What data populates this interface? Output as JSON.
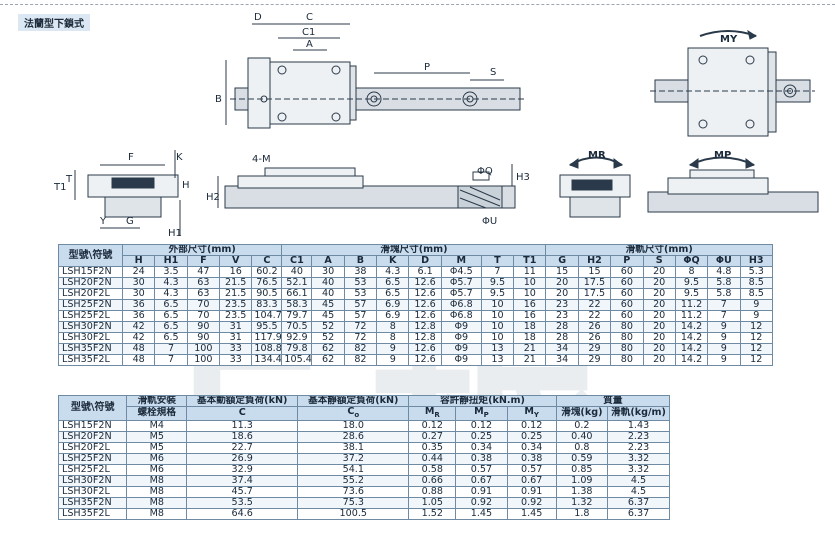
{
  "section_title": "法蘭型下鎖式",
  "watermark": "上銀",
  "diagram_labels": {
    "D": "D",
    "C": "C",
    "C1": "C1",
    "A": "A",
    "B": "B",
    "P": "P",
    "S": "S",
    "F": "F",
    "K": "K",
    "T1": "T1",
    "T": "T",
    "H": "H",
    "Y": "Y",
    "G": "G",
    "H1": "H1",
    "four_m": "4-M",
    "H2": "H2",
    "phiQ": "ΦQ",
    "H3": "H3",
    "phiU": "ΦU",
    "MY": "MY",
    "MR": "MR",
    "MP": "MP"
  },
  "table1": {
    "corner": "型號\\符號",
    "groups": [
      "外部尺寸(mm)",
      "滑塊尺寸(mm)",
      "滑軌尺寸(mm)"
    ],
    "columns": [
      "H",
      "H1",
      "F",
      "V",
      "C",
      "C1",
      "A",
      "B",
      "K",
      "D",
      "M",
      "T",
      "T1",
      "G",
      "H2",
      "P",
      "S",
      "ΦQ",
      "ΦU",
      "H3"
    ],
    "rows": [
      [
        "LSH15F2N",
        "24",
        "3.5",
        "47",
        "16",
        "60.2",
        "40",
        "30",
        "38",
        "4.3",
        "6.1",
        "Φ4.5",
        "7",
        "11",
        "15",
        "15",
        "60",
        "20",
        "8",
        "4.8",
        "5.3"
      ],
      [
        "LSH20F2N",
        "30",
        "4.3",
        "63",
        "21.5",
        "76.5",
        "52.1",
        "40",
        "53",
        "6.5",
        "12.6",
        "Φ5.7",
        "9.5",
        "10",
        "20",
        "17.5",
        "60",
        "20",
        "9.5",
        "5.8",
        "8.5"
      ],
      [
        "LSH20F2L",
        "30",
        "4.3",
        "63",
        "21.5",
        "90.5",
        "66.1",
        "40",
        "53",
        "6.5",
        "12.6",
        "Φ5.7",
        "9.5",
        "10",
        "20",
        "17.5",
        "60",
        "20",
        "9.5",
        "5.8",
        "8.5"
      ],
      [
        "LSH25F2N",
        "36",
        "6.5",
        "70",
        "23.5",
        "83.3",
        "58.3",
        "45",
        "57",
        "6.9",
        "12.6",
        "Φ6.8",
        "10",
        "16",
        "23",
        "22",
        "60",
        "20",
        "11.2",
        "7",
        "9"
      ],
      [
        "LSH25F2L",
        "36",
        "6.5",
        "70",
        "23.5",
        "104.7",
        "79.7",
        "45",
        "57",
        "6.9",
        "12.6",
        "Φ6.8",
        "10",
        "16",
        "23",
        "22",
        "60",
        "20",
        "11.2",
        "7",
        "9"
      ],
      [
        "LSH30F2N",
        "42",
        "6.5",
        "90",
        "31",
        "95.5",
        "70.5",
        "52",
        "72",
        "8",
        "12.8",
        "Φ9",
        "10",
        "18",
        "28",
        "26",
        "80",
        "20",
        "14.2",
        "9",
        "12"
      ],
      [
        "LSH30F2L",
        "42",
        "6.5",
        "90",
        "31",
        "117.9",
        "92.9",
        "52",
        "72",
        "8",
        "12.8",
        "Φ9",
        "10",
        "18",
        "28",
        "26",
        "80",
        "20",
        "14.2",
        "9",
        "12"
      ],
      [
        "LSH35F2N",
        "48",
        "7",
        "100",
        "33",
        "108.8",
        "79.8",
        "62",
        "82",
        "9",
        "12.6",
        "Φ9",
        "13",
        "21",
        "34",
        "29",
        "80",
        "20",
        "14.2",
        "9",
        "12"
      ],
      [
        "LSH35F2L",
        "48",
        "7",
        "100",
        "33",
        "134.4",
        "105.4",
        "62",
        "82",
        "9",
        "12.6",
        "Φ9",
        "13",
        "21",
        "34",
        "29",
        "80",
        "20",
        "14.2",
        "9",
        "12"
      ]
    ]
  },
  "table2": {
    "corner": "型號\\符號",
    "h_rail_install": "滑軌安裝",
    "h_bolt": "螺栓規格",
    "h_dynamic": "基本動額定負荷(kN)",
    "h_static": "基本靜額定負荷(kN)",
    "h_moment": "容許靜扭矩(kN.m)",
    "h_mass": "質量",
    "sub_dynamic": "C",
    "sub_static": "C",
    "sub_static_sub": "o",
    "sub_mr": "M",
    "sub_mr_sub": "R",
    "sub_mp": "M",
    "sub_mp_sub": "P",
    "sub_my": "M",
    "sub_my_sub": "Y",
    "sub_block_mass": "滑塊(kg)",
    "sub_rail_mass": "滑軌(kg/m)",
    "rows": [
      [
        "LSH15F2N",
        "M4",
        "11.3",
        "18.0",
        "0.12",
        "0.12",
        "0.12",
        "0.2",
        "1.43"
      ],
      [
        "LSH20F2N",
        "M5",
        "18.6",
        "28.6",
        "0.27",
        "0.25",
        "0.25",
        "0.40",
        "2.23"
      ],
      [
        "LSH20F2L",
        "M5",
        "22.7",
        "38.1",
        "0.35",
        "0.34",
        "0.34",
        "0.8",
        "2.23"
      ],
      [
        "LSH25F2N",
        "M6",
        "26.9",
        "37.2",
        "0.44",
        "0.38",
        "0.38",
        "0.59",
        "3.32"
      ],
      [
        "LSH25F2L",
        "M6",
        "32.9",
        "54.1",
        "0.58",
        "0.57",
        "0.57",
        "0.85",
        "3.32"
      ],
      [
        "LSH30F2N",
        "M8",
        "37.4",
        "55.2",
        "0.66",
        "0.67",
        "0.67",
        "1.09",
        "4.5"
      ],
      [
        "LSH30F2L",
        "M8",
        "45.7",
        "73.6",
        "0.88",
        "0.91",
        "0.91",
        "1.38",
        "4.5"
      ],
      [
        "LSH35F2N",
        "M8",
        "53.5",
        "75.3",
        "1.05",
        "0.92",
        "0.92",
        "1.32",
        "6.37"
      ],
      [
        "LSH35F2L",
        "M8",
        "64.6",
        "100.5",
        "1.52",
        "1.45",
        "1.45",
        "1.8",
        "6.37"
      ]
    ]
  }
}
